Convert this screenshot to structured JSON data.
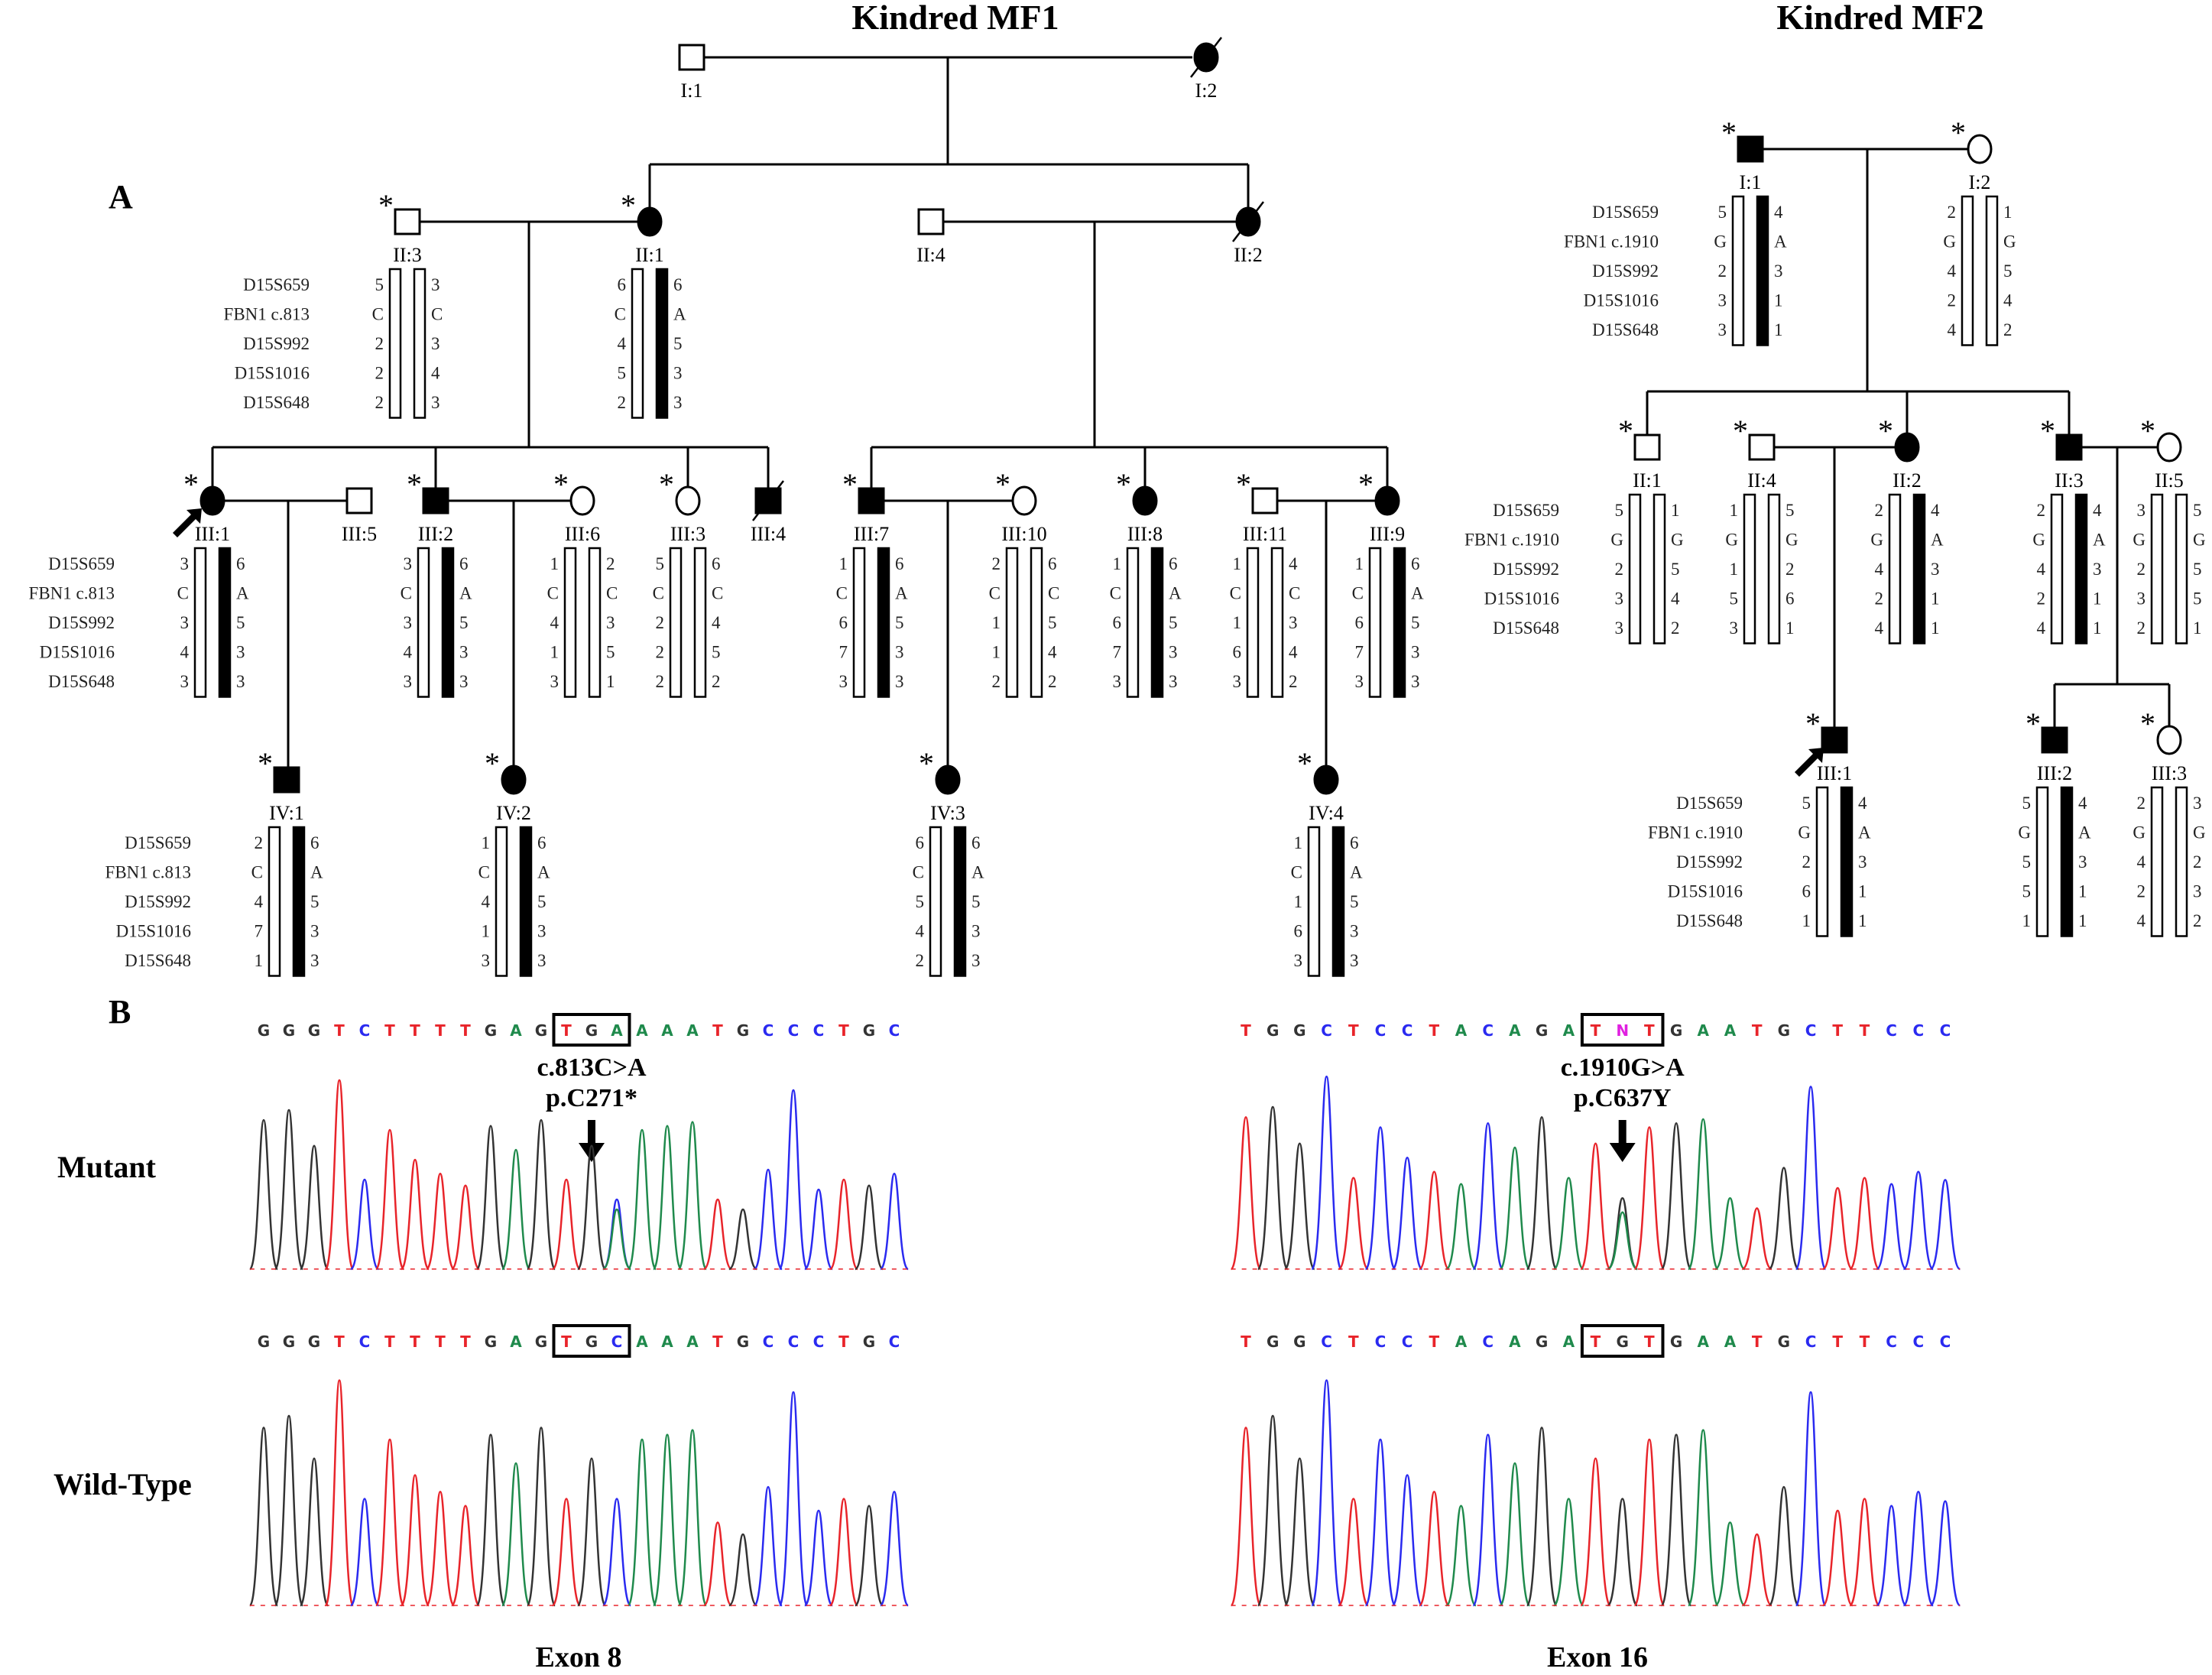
{
  "panel_labels": {
    "a": "A",
    "b": "B"
  },
  "kindreds": [
    {
      "title": "Kindred MF1",
      "marker_labels": [
        "D15S659",
        "FBN1 c.813",
        "D15S992",
        "D15S1016",
        "D15S648"
      ],
      "individuals": [
        {
          "id": "I:1",
          "sex": "male",
          "affected": false,
          "deceased": false,
          "tested": false
        },
        {
          "id": "I:2",
          "sex": "female",
          "affected": true,
          "deceased": true,
          "tested": false
        },
        {
          "id": "II:3",
          "sex": "male",
          "affected": false,
          "deceased": false,
          "tested": true,
          "haplotypes": {
            "left": [
              "5",
              "C",
              "2",
              "2",
              "2"
            ],
            "right": [
              "3",
              "C",
              "3",
              "4",
              "3"
            ],
            "risk": [
              false,
              false
            ]
          }
        },
        {
          "id": "II:1",
          "sex": "female",
          "affected": true,
          "deceased": false,
          "tested": true,
          "haplotypes": {
            "left": [
              "6",
              "C",
              "4",
              "5",
              "2"
            ],
            "right": [
              "6",
              "A",
              "5",
              "3",
              "3"
            ],
            "risk": [
              false,
              true
            ]
          }
        },
        {
          "id": "II:4",
          "sex": "male",
          "affected": false,
          "deceased": false,
          "tested": false
        },
        {
          "id": "II:2",
          "sex": "female",
          "affected": true,
          "deceased": true,
          "tested": false
        },
        {
          "id": "III:1",
          "sex": "female",
          "affected": true,
          "deceased": false,
          "tested": true,
          "proband": true,
          "haplotypes": {
            "left": [
              "3",
              "C",
              "3",
              "4",
              "3"
            ],
            "right": [
              "6",
              "A",
              "5",
              "3",
              "3"
            ],
            "risk": [
              false,
              true
            ]
          }
        },
        {
          "id": "III:5",
          "sex": "male",
          "affected": false,
          "deceased": false,
          "tested": false
        },
        {
          "id": "III:2",
          "sex": "male",
          "affected": true,
          "deceased": false,
          "tested": true,
          "haplotypes": {
            "left": [
              "3",
              "C",
              "3",
              "4",
              "3"
            ],
            "right": [
              "6",
              "A",
              "5",
              "3",
              "3"
            ],
            "risk": [
              false,
              true
            ]
          }
        },
        {
          "id": "III:6",
          "sex": "female",
          "affected": false,
          "deceased": false,
          "tested": true,
          "haplotypes": {
            "left": [
              "1",
              "C",
              "4",
              "1",
              "3"
            ],
            "right": [
              "2",
              "C",
              "3",
              "5",
              "1"
            ],
            "risk": [
              false,
              false
            ]
          }
        },
        {
          "id": "III:3",
          "sex": "female",
          "affected": false,
          "deceased": false,
          "tested": true,
          "haplotypes": {
            "left": [
              "5",
              "C",
              "2",
              "2",
              "2"
            ],
            "right": [
              "6",
              "C",
              "4",
              "5",
              "2"
            ],
            "risk": [
              false,
              false
            ]
          }
        },
        {
          "id": "III:4",
          "sex": "male",
          "affected": true,
          "deceased": true,
          "tested": false
        },
        {
          "id": "III:7",
          "sex": "male",
          "affected": true,
          "deceased": false,
          "tested": true,
          "haplotypes": {
            "left": [
              "1",
              "C",
              "6",
              "7",
              "3"
            ],
            "right": [
              "6",
              "A",
              "5",
              "3",
              "3"
            ],
            "risk": [
              false,
              true
            ]
          }
        },
        {
          "id": "III:10",
          "sex": "female",
          "affected": false,
          "deceased": false,
          "tested": true,
          "haplotypes": {
            "left": [
              "2",
              "C",
              "1",
              "1",
              "2"
            ],
            "right": [
              "6",
              "C",
              "5",
              "4",
              "2"
            ],
            "risk": [
              false,
              false
            ]
          }
        },
        {
          "id": "III:8",
          "sex": "female",
          "affected": true,
          "deceased": false,
          "tested": true,
          "haplotypes": {
            "left": [
              "1",
              "C",
              "6",
              "7",
              "3"
            ],
            "right": [
              "6",
              "A",
              "5",
              "3",
              "3"
            ],
            "risk": [
              false,
              true
            ]
          }
        },
        {
          "id": "III:11",
          "sex": "male",
          "affected": false,
          "deceased": false,
          "tested": true,
          "haplotypes": {
            "left": [
              "1",
              "C",
              "1",
              "6",
              "3"
            ],
            "right": [
              "4",
              "C",
              "3",
              "4",
              "2"
            ],
            "risk": [
              false,
              false
            ]
          }
        },
        {
          "id": "III:9",
          "sex": "female",
          "affected": true,
          "deceased": false,
          "tested": true,
          "haplotypes": {
            "left": [
              "1",
              "C",
              "6",
              "7",
              "3"
            ],
            "right": [
              "6",
              "A",
              "5",
              "3",
              "3"
            ],
            "risk": [
              false,
              true
            ]
          }
        },
        {
          "id": "IV:1",
          "sex": "male",
          "affected": true,
          "deceased": false,
          "tested": true,
          "haplotypes": {
            "left": [
              "2",
              "C",
              "4",
              "7",
              "1"
            ],
            "right": [
              "6",
              "A",
              "5",
              "3",
              "3"
            ],
            "risk": [
              false,
              true
            ]
          }
        },
        {
          "id": "IV:2",
          "sex": "female",
          "affected": true,
          "deceased": false,
          "tested": true,
          "haplotypes": {
            "left": [
              "1",
              "C",
              "4",
              "1",
              "3"
            ],
            "right": [
              "6",
              "A",
              "5",
              "3",
              "3"
            ],
            "risk": [
              false,
              true
            ]
          }
        },
        {
          "id": "IV:3",
          "sex": "female",
          "affected": true,
          "deceased": false,
          "tested": true,
          "haplotypes": {
            "left": [
              "6",
              "C",
              "5",
              "4",
              "2"
            ],
            "right": [
              "6",
              "A",
              "5",
              "3",
              "3"
            ],
            "risk": [
              false,
              true
            ]
          }
        },
        {
          "id": "IV:4",
          "sex": "female",
          "affected": true,
          "deceased": false,
          "tested": true,
          "haplotypes": {
            "left": [
              "1",
              "C",
              "1",
              "6",
              "3"
            ],
            "right": [
              "6",
              "A",
              "5",
              "3",
              "3"
            ],
            "risk": [
              false,
              true
            ]
          }
        }
      ]
    },
    {
      "title": "Kindred MF2",
      "marker_labels": [
        "D15S659",
        "FBN1 c.1910",
        "D15S992",
        "D15S1016",
        "D15S648"
      ],
      "individuals": [
        {
          "id": "I:1",
          "sex": "male",
          "affected": true,
          "deceased": false,
          "tested": true,
          "haplotypes": {
            "left": [
              "5",
              "G",
              "2",
              "3",
              "3"
            ],
            "right": [
              "4",
              "A",
              "3",
              "1",
              "1"
            ],
            "risk": [
              false,
              true
            ]
          }
        },
        {
          "id": "I:2",
          "sex": "female",
          "affected": false,
          "deceased": false,
          "tested": true,
          "haplotypes": {
            "left": [
              "2",
              "G",
              "4",
              "2",
              "4"
            ],
            "right": [
              "1",
              "G",
              "5",
              "4",
              "2"
            ],
            "risk": [
              false,
              false
            ]
          }
        },
        {
          "id": "II:1",
          "sex": "male",
          "affected": false,
          "deceased": false,
          "tested": true,
          "haplotypes": {
            "left": [
              "5",
              "G",
              "2",
              "3",
              "3"
            ],
            "right": [
              "1",
              "G",
              "5",
              "4",
              "2"
            ],
            "risk": [
              false,
              false
            ]
          }
        },
        {
          "id": "II:4",
          "sex": "male",
          "affected": false,
          "deceased": false,
          "tested": true,
          "haplotypes": {
            "left": [
              "1",
              "G",
              "1",
              "5",
              "3"
            ],
            "right": [
              "5",
              "G",
              "2",
              "6",
              "1"
            ],
            "risk": [
              false,
              false
            ]
          }
        },
        {
          "id": "II:2",
          "sex": "female",
          "affected": true,
          "deceased": false,
          "tested": true,
          "haplotypes": {
            "left": [
              "2",
              "G",
              "4",
              "2",
              "4"
            ],
            "right": [
              "4",
              "A",
              "3",
              "1",
              "1"
            ],
            "risk": [
              false,
              true
            ]
          }
        },
        {
          "id": "II:3",
          "sex": "male",
          "affected": true,
          "deceased": false,
          "tested": true,
          "haplotypes": {
            "left": [
              "2",
              "G",
              "4",
              "2",
              "4"
            ],
            "right": [
              "4",
              "A",
              "3",
              "1",
              "1"
            ],
            "risk": [
              false,
              true
            ]
          }
        },
        {
          "id": "II:5",
          "sex": "female",
          "affected": false,
          "deceased": false,
          "tested": true,
          "haplotypes": {
            "left": [
              "3",
              "G",
              "2",
              "3",
              "2"
            ],
            "right": [
              "5",
              "G",
              "5",
              "5",
              "1"
            ],
            "risk": [
              false,
              false
            ]
          }
        },
        {
          "id": "III:1",
          "sex": "male",
          "affected": true,
          "deceased": false,
          "tested": true,
          "proband": true,
          "haplotypes": {
            "left": [
              "5",
              "G",
              "2",
              "6",
              "1"
            ],
            "right": [
              "4",
              "A",
              "3",
              "1",
              "1"
            ],
            "risk": [
              false,
              true
            ]
          }
        },
        {
          "id": "III:2",
          "sex": "male",
          "affected": true,
          "deceased": false,
          "tested": true,
          "haplotypes": {
            "left": [
              "5",
              "G",
              "5",
              "5",
              "1"
            ],
            "right": [
              "4",
              "A",
              "3",
              "1",
              "1"
            ],
            "risk": [
              false,
              true
            ]
          }
        },
        {
          "id": "III:3",
          "sex": "female",
          "affected": false,
          "deceased": false,
          "tested": true,
          "haplotypes": {
            "left": [
              "2",
              "G",
              "4",
              "2",
              "4"
            ],
            "right": [
              "3",
              "G",
              "2",
              "3",
              "2"
            ],
            "risk": [
              false,
              false
            ]
          }
        }
      ]
    }
  ],
  "sequencing": [
    {
      "exon_label": "Exon 8",
      "mutation_label": "c.813C>A",
      "protein_label": "p.C271*",
      "mutant_sequence": [
        "G",
        "G",
        "G",
        "T",
        "C",
        "T",
        "T",
        "T",
        "T",
        "G",
        "A",
        "G",
        "T",
        "G",
        "A",
        "A",
        "A",
        "A",
        "T",
        "G",
        "C",
        "C",
        "C",
        "T",
        "G",
        "C"
      ],
      "wildtype_sequence": [
        "G",
        "G",
        "G",
        "T",
        "C",
        "T",
        "T",
        "T",
        "T",
        "G",
        "A",
        "G",
        "T",
        "G",
        "C",
        "A",
        "A",
        "A",
        "T",
        "G",
        "C",
        "C",
        "C",
        "T",
        "G",
        "C"
      ],
      "codon_box": [
        12,
        14
      ]
    },
    {
      "exon_label": "Exon 16",
      "mutation_label": "c.1910G>A",
      "protein_label": "p.C637Y",
      "mutant_sequence": [
        "T",
        "G",
        "G",
        "C",
        "T",
        "C",
        "C",
        "T",
        "A",
        "C",
        "A",
        "G",
        "A",
        "T",
        "N",
        "T",
        "G",
        "A",
        "A",
        "T",
        "G",
        "C",
        "T",
        "T",
        "C",
        "C",
        "C"
      ],
      "wildtype_sequence": [
        "T",
        "G",
        "G",
        "C",
        "T",
        "C",
        "C",
        "T",
        "A",
        "C",
        "A",
        "G",
        "A",
        "T",
        "G",
        "T",
        "G",
        "A",
        "A",
        "T",
        "G",
        "C",
        "T",
        "T",
        "C",
        "C",
        "C"
      ],
      "codon_box": [
        13,
        15
      ]
    }
  ],
  "row_labels": {
    "mutant": "Mutant",
    "wildtype": "Wild-Type"
  },
  "base_colors": {
    "A": "#1f8a4c",
    "C": "#2a2af0",
    "G": "#333333",
    "T": "#e8242a",
    "N": "#e020e0"
  },
  "legend_symbols": {
    "tested_marker": "*",
    "proband_marker": "arrow"
  }
}
